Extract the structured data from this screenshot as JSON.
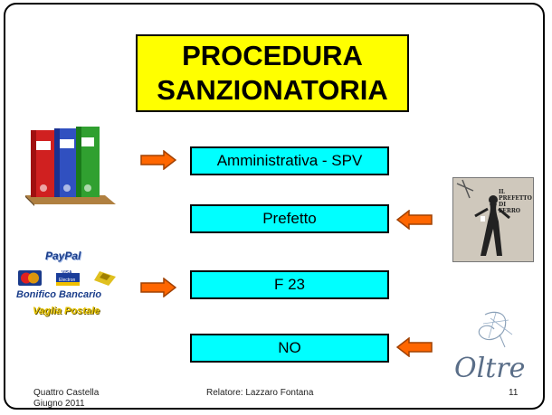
{
  "title": {
    "line1": "PROCEDURA",
    "line2": "SANZIONATORIA"
  },
  "steps": [
    {
      "label": "Amministrativa - SPV"
    },
    {
      "label": "Prefetto"
    },
    {
      "label": "F 23"
    },
    {
      "label": "NO"
    }
  ],
  "payment_logos": {
    "paypal": "PayPal",
    "visa": "VISA",
    "electron": "Electron",
    "bonifico": "Bonifico Bancario",
    "vaglia": "Vaglia Postale"
  },
  "poster": {
    "line1": "IL",
    "line2": "PREFETTO",
    "line3": "DI",
    "line4": "FERRO"
  },
  "oltre_logo": "Oltre",
  "footer": {
    "location": "Quattro Castella",
    "date": "Giugno 2011",
    "speaker": "Relatore: Lazzaro Fontana",
    "page_number": "11"
  },
  "colors": {
    "title_bg": "#ffff00",
    "box_bg": "#00ffff",
    "arrow": "#ff6600"
  }
}
